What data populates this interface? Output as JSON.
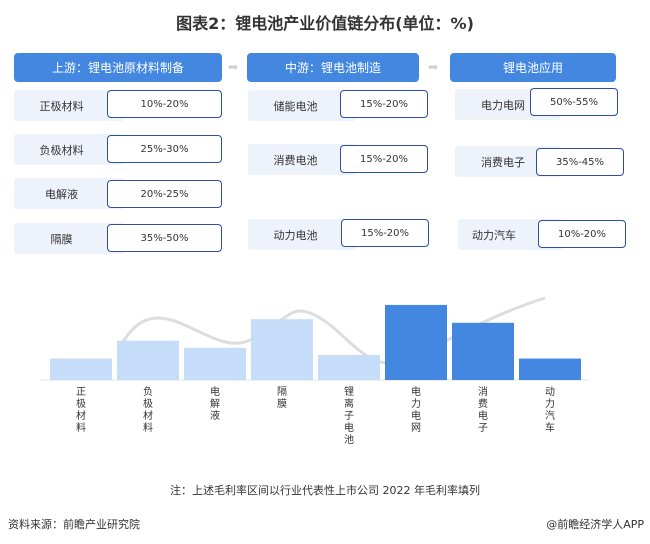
{
  "title": "图表2：锂电池产业价值链分布(单位：%)",
  "headers": [
    "上游：锂电池原材料制备",
    "中游：锂电池制造",
    "锂电池应用"
  ],
  "upstream": [
    {
      "label": "正极材料",
      "value": "10%-20%"
    },
    {
      "label": "负极材料",
      "value": "25%-30%"
    },
    {
      "label": "电解液",
      "value": "20%-25%"
    },
    {
      "label": "隔膜",
      "value": "35%-50%"
    }
  ],
  "midstream": [
    {
      "label": "储能电池",
      "value": "15%-20%"
    },
    {
      "label": "消费电池",
      "value": "15%-20%"
    },
    {
      "label": "动力电池",
      "value": "15%-20%"
    }
  ],
  "downstream": [
    {
      "label": "电力电网",
      "value": "50%-55%"
    },
    {
      "label": "消费电子",
      "value": "35%-45%"
    },
    {
      "label": "动力汽车",
      "value": "10%-20%"
    }
  ],
  "chart_data": {
    "type": "bar",
    "categories": [
      "正极材料",
      "负极材料",
      "电解液",
      "隔膜",
      "锂离子电池",
      "电力电网",
      "消费电子",
      "动力汽车"
    ],
    "values": [
      15,
      27.5,
      22.5,
      42.5,
      17.5,
      52.5,
      40,
      15
    ],
    "colors": [
      "#c5ddf8",
      "#c5ddf8",
      "#c5ddf8",
      "#c5ddf8",
      "#c5ddf8",
      "#4387e0",
      "#4387e0",
      "#4387e0"
    ],
    "axis_visible": false,
    "grid": false
  },
  "note": "注：上述毛利率区间以行业代表性上市公司 2022 年毛利率填列",
  "source": "资料来源：前瞻产业研究院",
  "brand": "@前瞻经济学人APP"
}
